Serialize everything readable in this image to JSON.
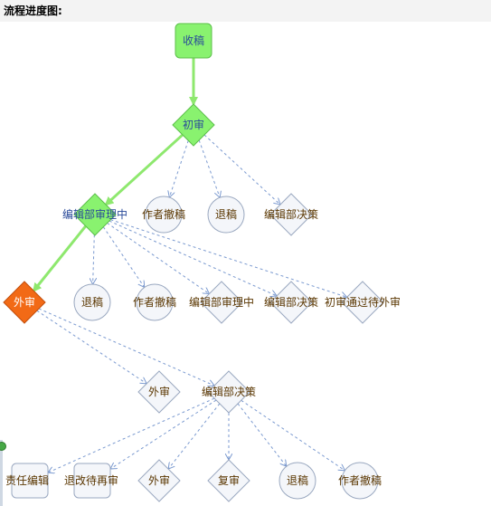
{
  "header": {
    "title": "流程进度图:"
  },
  "colors": {
    "done_fill": "#89f26f",
    "done_stroke": "#5cbf4a",
    "current_fill": "#f26a16",
    "current_stroke": "#c24e0c",
    "pending_fill": "#f4f6fa",
    "pending_stroke": "#9aa8c0",
    "label_done": "#2a4a9a",
    "label_pending": "#5a3600",
    "label_current": "#ffffff",
    "done_edge": "#8ee86e",
    "pending_edge": "#7b9ad0"
  },
  "nodes": [
    {
      "id": "shougao",
      "label": "收稿",
      "shape": "rect",
      "status": "done"
    },
    {
      "id": "chushen",
      "label": "初审",
      "shape": "diamond",
      "status": "done"
    },
    {
      "id": "chushen-chegao",
      "label": "作者撤稿",
      "shape": "circle",
      "status": "pending"
    },
    {
      "id": "chushen-tuigao",
      "label": "退稿",
      "shape": "circle",
      "status": "pending"
    },
    {
      "id": "chushen-juece",
      "label": "编辑部决策",
      "shape": "diamond",
      "status": "pending"
    },
    {
      "id": "bianji-shenli",
      "label": "编辑部审理中",
      "shape": "diamond",
      "status": "done"
    },
    {
      "id": "waishen",
      "label": "外审",
      "shape": "diamond",
      "status": "current"
    },
    {
      "id": "sl-tuigao",
      "label": "退稿",
      "shape": "circle",
      "status": "pending"
    },
    {
      "id": "sl-chegao",
      "label": "作者撤稿",
      "shape": "circle",
      "status": "pending"
    },
    {
      "id": "sl-shenli",
      "label": "编辑部审理中",
      "shape": "diamond",
      "status": "pending"
    },
    {
      "id": "sl-juece",
      "label": "编辑部决策",
      "shape": "diamond",
      "status": "pending"
    },
    {
      "id": "sl-tongguo",
      "label": "初审通过待外审",
      "shape": "diamond",
      "status": "pending"
    },
    {
      "id": "ws-waishen",
      "label": "外审",
      "shape": "diamond",
      "status": "pending"
    },
    {
      "id": "ws-juece",
      "label": "编辑部决策",
      "shape": "diamond",
      "status": "pending"
    },
    {
      "id": "jc-zeren",
      "label": "责任编辑",
      "shape": "rect",
      "status": "pending"
    },
    {
      "id": "jc-tuigai",
      "label": "退改待再审",
      "shape": "rect",
      "status": "pending"
    },
    {
      "id": "jc-waishen",
      "label": "外审",
      "shape": "diamond",
      "status": "pending"
    },
    {
      "id": "jc-fushen",
      "label": "复审",
      "shape": "diamond",
      "status": "pending"
    },
    {
      "id": "jc-tuigao",
      "label": "退稿",
      "shape": "circle",
      "status": "pending"
    },
    {
      "id": "jc-chegao",
      "label": "作者撤稿",
      "shape": "circle",
      "status": "pending"
    }
  ],
  "edges": [
    {
      "from": "shougao",
      "to": "chushen",
      "status": "done"
    },
    {
      "from": "chushen",
      "to": "bianji-shenli",
      "status": "done"
    },
    {
      "from": "chushen",
      "to": "chushen-chegao",
      "status": "pending"
    },
    {
      "from": "chushen",
      "to": "chushen-tuigao",
      "status": "pending"
    },
    {
      "from": "chushen",
      "to": "chushen-juece",
      "status": "pending"
    },
    {
      "from": "bianji-shenli",
      "to": "waishen",
      "status": "done"
    },
    {
      "from": "bianji-shenli",
      "to": "sl-tuigao",
      "status": "pending"
    },
    {
      "from": "bianji-shenli",
      "to": "sl-chegao",
      "status": "pending"
    },
    {
      "from": "bianji-shenli",
      "to": "sl-shenli",
      "status": "pending"
    },
    {
      "from": "bianji-shenli",
      "to": "sl-juece",
      "status": "pending"
    },
    {
      "from": "bianji-shenli",
      "to": "sl-tongguo",
      "status": "pending"
    },
    {
      "from": "waishen",
      "to": "ws-waishen",
      "status": "pending"
    },
    {
      "from": "waishen",
      "to": "ws-juece",
      "status": "pending"
    },
    {
      "from": "ws-juece",
      "to": "jc-zeren",
      "status": "pending"
    },
    {
      "from": "ws-juece",
      "to": "jc-tuigai",
      "status": "pending"
    },
    {
      "from": "ws-juece",
      "to": "jc-waishen",
      "status": "pending"
    },
    {
      "from": "ws-juece",
      "to": "jc-fushen",
      "status": "pending"
    },
    {
      "from": "ws-juece",
      "to": "jc-tuigao",
      "status": "pending"
    },
    {
      "from": "ws-juece",
      "to": "jc-chegao",
      "status": "pending"
    }
  ]
}
